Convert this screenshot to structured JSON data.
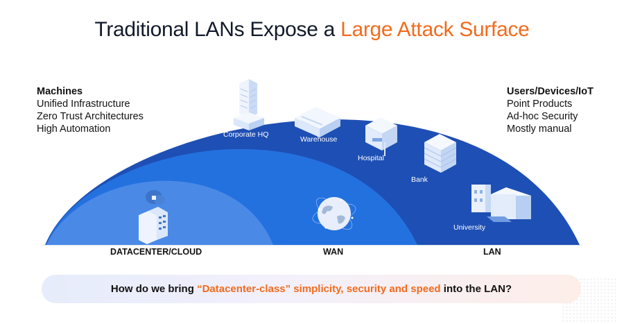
{
  "title": {
    "prefix": "Traditional LANs Expose a",
    "accent": "Large Attack Surface",
    "accent_color": "#f26b1d"
  },
  "left_panel": {
    "heading": "Machines",
    "items": [
      "Unified Infrastructure",
      "Zero Trust Architectures",
      "High Automation"
    ]
  },
  "right_panel": {
    "heading": "Users/Devices/IoT",
    "items": [
      "Point Products",
      "Ad-hoc Security",
      "Mostly manual"
    ]
  },
  "colors": {
    "outer_arc": "#1e4fb4",
    "middle_arc": "#2371df",
    "inner_arc": "#4a89e6"
  },
  "buildings": [
    {
      "label": "Corporate HQ",
      "icon": "office-tower-icon"
    },
    {
      "label": "Warehouse",
      "icon": "warehouse-icon"
    },
    {
      "label": "Hospital",
      "icon": "hospital-icon"
    },
    {
      "label": "Bank",
      "icon": "bank-icon"
    },
    {
      "label": "University",
      "icon": "university-icon"
    }
  ],
  "zones": {
    "datacenter": "DATACENTER/CLOUD",
    "wan": "WAN",
    "lan": "LAN"
  },
  "zone_icons": {
    "datacenter": "datacenter-cloud-icon",
    "wan": "globe-icon"
  },
  "banner": {
    "prefix": "How do we bring",
    "accent": "“Datacenter-class” simplicity, security and speed",
    "suffix": "into the LAN?"
  }
}
